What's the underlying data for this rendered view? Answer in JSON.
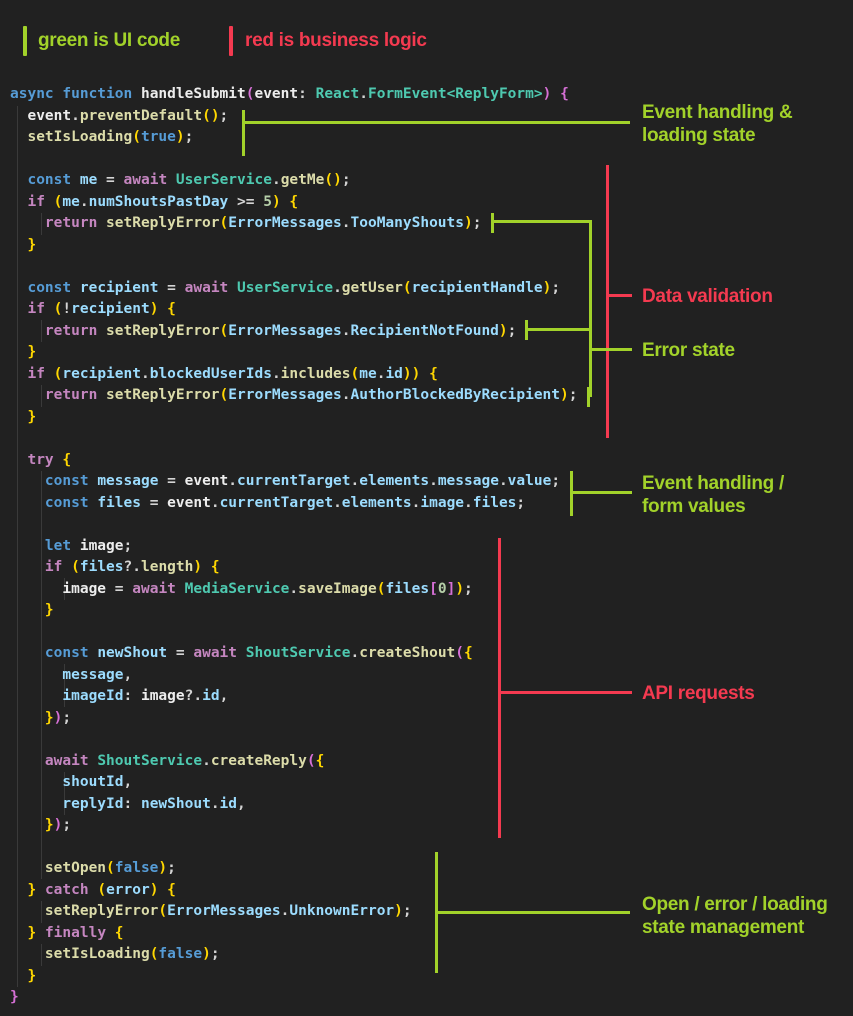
{
  "colors": {
    "background": "#212121",
    "annotation_green": "#A2D22A",
    "annotation_red": "#F43A50",
    "indent_guide": "#3A3A3A",
    "syntax": {
      "keyword": "#569CD6",
      "control": "#C586C0",
      "type": "#4EC9B0",
      "variable": "#9CDCFE",
      "function": "#DCDCAA",
      "punct": "#D4D4D4",
      "ident": "#EDEDED",
      "number": "#B5CEA8",
      "bracket_gold": "#FFD700",
      "bracket_purple": "#D670D6"
    }
  },
  "legend": {
    "green_label": "green is UI code",
    "red_label": "red is business logic"
  },
  "annotations": [
    {
      "id": "event-loading",
      "color": "green",
      "label": "Event handling &\nloading state"
    },
    {
      "id": "data-validation",
      "color": "red",
      "label": "Data validation"
    },
    {
      "id": "error-state",
      "color": "green",
      "label": "Error state"
    },
    {
      "id": "event-form-values",
      "color": "green",
      "label": "Event handling /\nform values"
    },
    {
      "id": "api-requests",
      "color": "red",
      "label": "API requests"
    },
    {
      "id": "state-management",
      "color": "green",
      "label": "Open / error / loading\nstate management"
    }
  ],
  "code": {
    "language": "typescript",
    "lines": [
      [
        [
          "async ",
          "keyword"
        ],
        [
          "function ",
          "keyword"
        ],
        [
          "handleSubmit",
          "ident"
        ],
        [
          "(",
          "bracket_purple"
        ],
        [
          "event",
          "ident"
        ],
        [
          ": ",
          "punct"
        ],
        [
          "React",
          "type"
        ],
        [
          ".",
          "punct"
        ],
        [
          "FormEvent",
          "type"
        ],
        [
          "<",
          "type"
        ],
        [
          "ReplyForm",
          "type"
        ],
        [
          ">",
          "type"
        ],
        [
          ")",
          "bracket_purple"
        ],
        [
          " {",
          "bracket_purple"
        ]
      ],
      [
        [
          "  ",
          "punct"
        ],
        [
          "event",
          "ident"
        ],
        [
          ".",
          "punct"
        ],
        [
          "preventDefault",
          "function"
        ],
        [
          "(",
          "bracket_gold"
        ],
        [
          ")",
          "bracket_gold"
        ],
        [
          ";",
          "punct"
        ]
      ],
      [
        [
          "  ",
          "punct"
        ],
        [
          "setIsLoading",
          "function"
        ],
        [
          "(",
          "bracket_gold"
        ],
        [
          "true",
          "keyword"
        ],
        [
          ")",
          "bracket_gold"
        ],
        [
          ";",
          "punct"
        ]
      ],
      [],
      [
        [
          "  ",
          "punct"
        ],
        [
          "const ",
          "keyword"
        ],
        [
          "me",
          "variable"
        ],
        [
          " = ",
          "punct"
        ],
        [
          "await ",
          "control"
        ],
        [
          "UserService",
          "type"
        ],
        [
          ".",
          "punct"
        ],
        [
          "getMe",
          "function"
        ],
        [
          "(",
          "bracket_gold"
        ],
        [
          ")",
          "bracket_gold"
        ],
        [
          ";",
          "punct"
        ]
      ],
      [
        [
          "  ",
          "punct"
        ],
        [
          "if ",
          "control"
        ],
        [
          "(",
          "bracket_gold"
        ],
        [
          "me",
          "variable"
        ],
        [
          ".",
          "punct"
        ],
        [
          "numShoutsPastDay",
          "variable"
        ],
        [
          " >= ",
          "punct"
        ],
        [
          "5",
          "number"
        ],
        [
          ")",
          "bracket_gold"
        ],
        [
          " {",
          "bracket_gold"
        ]
      ],
      [
        [
          "    ",
          "punct"
        ],
        [
          "return ",
          "control"
        ],
        [
          "setReplyError",
          "function"
        ],
        [
          "(",
          "bracket_gold"
        ],
        [
          "ErrorMessages",
          "variable"
        ],
        [
          ".",
          "punct"
        ],
        [
          "TooManyShouts",
          "variable"
        ],
        [
          ")",
          "bracket_gold"
        ],
        [
          ";",
          "punct"
        ]
      ],
      [
        [
          "  ",
          "punct"
        ],
        [
          "}",
          "bracket_gold"
        ]
      ],
      [],
      [
        [
          "  ",
          "punct"
        ],
        [
          "const ",
          "keyword"
        ],
        [
          "recipient",
          "variable"
        ],
        [
          " = ",
          "punct"
        ],
        [
          "await ",
          "control"
        ],
        [
          "UserService",
          "type"
        ],
        [
          ".",
          "punct"
        ],
        [
          "getUser",
          "function"
        ],
        [
          "(",
          "bracket_gold"
        ],
        [
          "recipientHandle",
          "variable"
        ],
        [
          ")",
          "bracket_gold"
        ],
        [
          ";",
          "punct"
        ]
      ],
      [
        [
          "  ",
          "punct"
        ],
        [
          "if ",
          "control"
        ],
        [
          "(",
          "bracket_gold"
        ],
        [
          "!",
          "punct"
        ],
        [
          "recipient",
          "variable"
        ],
        [
          ")",
          "bracket_gold"
        ],
        [
          " {",
          "bracket_gold"
        ]
      ],
      [
        [
          "    ",
          "punct"
        ],
        [
          "return ",
          "control"
        ],
        [
          "setReplyError",
          "function"
        ],
        [
          "(",
          "bracket_gold"
        ],
        [
          "ErrorMessages",
          "variable"
        ],
        [
          ".",
          "punct"
        ],
        [
          "RecipientNotFound",
          "variable"
        ],
        [
          ")",
          "bracket_gold"
        ],
        [
          ";",
          "punct"
        ]
      ],
      [
        [
          "  ",
          "punct"
        ],
        [
          "}",
          "bracket_gold"
        ]
      ],
      [
        [
          "  ",
          "punct"
        ],
        [
          "if ",
          "control"
        ],
        [
          "(",
          "bracket_gold"
        ],
        [
          "recipient",
          "variable"
        ],
        [
          ".",
          "punct"
        ],
        [
          "blockedUserIds",
          "variable"
        ],
        [
          ".",
          "punct"
        ],
        [
          "includes",
          "function"
        ],
        [
          "(",
          "bracket_gold"
        ],
        [
          "me",
          "variable"
        ],
        [
          ".",
          "punct"
        ],
        [
          "id",
          "variable"
        ],
        [
          ")",
          "bracket_gold"
        ],
        [
          ")",
          "bracket_gold"
        ],
        [
          " {",
          "bracket_gold"
        ]
      ],
      [
        [
          "    ",
          "punct"
        ],
        [
          "return ",
          "control"
        ],
        [
          "setReplyError",
          "function"
        ],
        [
          "(",
          "bracket_gold"
        ],
        [
          "ErrorMessages",
          "variable"
        ],
        [
          ".",
          "punct"
        ],
        [
          "AuthorBlockedByRecipient",
          "variable"
        ],
        [
          ")",
          "bracket_gold"
        ],
        [
          ";",
          "punct"
        ]
      ],
      [
        [
          "  ",
          "punct"
        ],
        [
          "}",
          "bracket_gold"
        ]
      ],
      [],
      [
        [
          "  ",
          "punct"
        ],
        [
          "try ",
          "control"
        ],
        [
          "{",
          "bracket_gold"
        ]
      ],
      [
        [
          "    ",
          "punct"
        ],
        [
          "const ",
          "keyword"
        ],
        [
          "message",
          "variable"
        ],
        [
          " = ",
          "punct"
        ],
        [
          "event",
          "ident"
        ],
        [
          ".",
          "punct"
        ],
        [
          "currentTarget",
          "variable"
        ],
        [
          ".",
          "punct"
        ],
        [
          "elements",
          "variable"
        ],
        [
          ".",
          "punct"
        ],
        [
          "message",
          "variable"
        ],
        [
          ".",
          "punct"
        ],
        [
          "value",
          "variable"
        ],
        [
          ";",
          "punct"
        ]
      ],
      [
        [
          "    ",
          "punct"
        ],
        [
          "const ",
          "keyword"
        ],
        [
          "files",
          "variable"
        ],
        [
          " = ",
          "punct"
        ],
        [
          "event",
          "ident"
        ],
        [
          ".",
          "punct"
        ],
        [
          "currentTarget",
          "variable"
        ],
        [
          ".",
          "punct"
        ],
        [
          "elements",
          "variable"
        ],
        [
          ".",
          "punct"
        ],
        [
          "image",
          "variable"
        ],
        [
          ".",
          "punct"
        ],
        [
          "files",
          "variable"
        ],
        [
          ";",
          "punct"
        ]
      ],
      [],
      [
        [
          "    ",
          "punct"
        ],
        [
          "let ",
          "keyword"
        ],
        [
          "image",
          "ident"
        ],
        [
          ";",
          "punct"
        ]
      ],
      [
        [
          "    ",
          "punct"
        ],
        [
          "if ",
          "control"
        ],
        [
          "(",
          "bracket_gold"
        ],
        [
          "files",
          "variable"
        ],
        [
          "?.",
          "punct"
        ],
        [
          "length",
          "function"
        ],
        [
          ")",
          "bracket_gold"
        ],
        [
          " {",
          "bracket_gold"
        ]
      ],
      [
        [
          "      ",
          "punct"
        ],
        [
          "image",
          "ident"
        ],
        [
          " = ",
          "punct"
        ],
        [
          "await ",
          "control"
        ],
        [
          "MediaService",
          "type"
        ],
        [
          ".",
          "punct"
        ],
        [
          "saveImage",
          "function"
        ],
        [
          "(",
          "bracket_gold"
        ],
        [
          "files",
          "variable"
        ],
        [
          "[",
          "bracket_purple"
        ],
        [
          "0",
          "number"
        ],
        [
          "]",
          "bracket_purple"
        ],
        [
          ")",
          "bracket_gold"
        ],
        [
          ";",
          "punct"
        ]
      ],
      [
        [
          "    ",
          "punct"
        ],
        [
          "}",
          "bracket_gold"
        ]
      ],
      [],
      [
        [
          "    ",
          "punct"
        ],
        [
          "const ",
          "keyword"
        ],
        [
          "newShout",
          "variable"
        ],
        [
          " = ",
          "punct"
        ],
        [
          "await ",
          "control"
        ],
        [
          "ShoutService",
          "type"
        ],
        [
          ".",
          "punct"
        ],
        [
          "createShout",
          "function"
        ],
        [
          "(",
          "bracket_purple"
        ],
        [
          "{",
          "bracket_gold"
        ]
      ],
      [
        [
          "      ",
          "punct"
        ],
        [
          "message",
          "variable"
        ],
        [
          ",",
          "punct"
        ]
      ],
      [
        [
          "      ",
          "punct"
        ],
        [
          "imageId",
          "variable"
        ],
        [
          ": ",
          "punct"
        ],
        [
          "image",
          "ident"
        ],
        [
          "?.",
          "punct"
        ],
        [
          "id",
          "variable"
        ],
        [
          ",",
          "punct"
        ]
      ],
      [
        [
          "    ",
          "punct"
        ],
        [
          "}",
          "bracket_gold"
        ],
        [
          ")",
          "bracket_purple"
        ],
        [
          ";",
          "punct"
        ]
      ],
      [],
      [
        [
          "    ",
          "punct"
        ],
        [
          "await ",
          "control"
        ],
        [
          "ShoutService",
          "type"
        ],
        [
          ".",
          "punct"
        ],
        [
          "createReply",
          "function"
        ],
        [
          "(",
          "bracket_purple"
        ],
        [
          "{",
          "bracket_gold"
        ]
      ],
      [
        [
          "      ",
          "punct"
        ],
        [
          "shoutId",
          "variable"
        ],
        [
          ",",
          "punct"
        ]
      ],
      [
        [
          "      ",
          "punct"
        ],
        [
          "replyId",
          "variable"
        ],
        [
          ": ",
          "punct"
        ],
        [
          "newShout",
          "variable"
        ],
        [
          ".",
          "punct"
        ],
        [
          "id",
          "variable"
        ],
        [
          ",",
          "punct"
        ]
      ],
      [
        [
          "    ",
          "punct"
        ],
        [
          "}",
          "bracket_gold"
        ],
        [
          ")",
          "bracket_purple"
        ],
        [
          ";",
          "punct"
        ]
      ],
      [],
      [
        [
          "    ",
          "punct"
        ],
        [
          "setOpen",
          "function"
        ],
        [
          "(",
          "bracket_gold"
        ],
        [
          "false",
          "keyword"
        ],
        [
          ")",
          "bracket_gold"
        ],
        [
          ";",
          "punct"
        ]
      ],
      [
        [
          "  ",
          "punct"
        ],
        [
          "} ",
          "bracket_gold"
        ],
        [
          "catch ",
          "control"
        ],
        [
          "(",
          "bracket_gold"
        ],
        [
          "error",
          "variable"
        ],
        [
          ")",
          "bracket_gold"
        ],
        [
          " {",
          "bracket_gold"
        ]
      ],
      [
        [
          "    ",
          "punct"
        ],
        [
          "setReplyError",
          "function"
        ],
        [
          "(",
          "bracket_gold"
        ],
        [
          "ErrorMessages",
          "variable"
        ],
        [
          ".",
          "punct"
        ],
        [
          "UnknownError",
          "variable"
        ],
        [
          ")",
          "bracket_gold"
        ],
        [
          ";",
          "punct"
        ]
      ],
      [
        [
          "  ",
          "punct"
        ],
        [
          "} ",
          "bracket_gold"
        ],
        [
          "finally ",
          "control"
        ],
        [
          "{",
          "bracket_gold"
        ]
      ],
      [
        [
          "    ",
          "punct"
        ],
        [
          "setIsLoading",
          "function"
        ],
        [
          "(",
          "bracket_gold"
        ],
        [
          "false",
          "keyword"
        ],
        [
          ")",
          "bracket_gold"
        ],
        [
          ";",
          "punct"
        ]
      ],
      [
        [
          "  ",
          "punct"
        ],
        [
          "}",
          "bracket_gold"
        ]
      ],
      [
        [
          "}",
          "bracket_purple"
        ]
      ]
    ]
  }
}
